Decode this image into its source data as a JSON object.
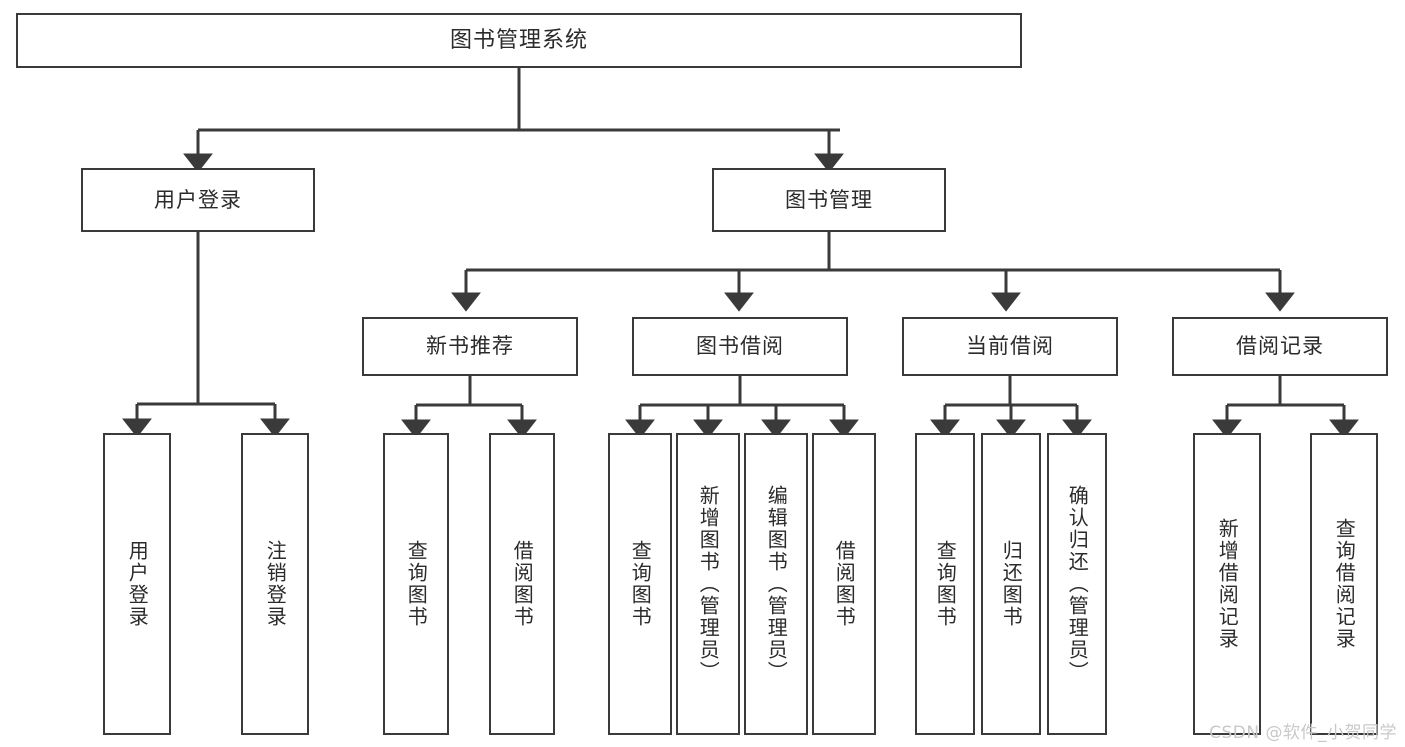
{
  "diagram": {
    "type": "hierarchy-tree",
    "title": "图书管理系统",
    "watermark": "CSDN @软件_小贺同学",
    "colors": {
      "box_border": "#3a3a3a",
      "box_fill": "#ffffff",
      "connector": "#3a3a3a",
      "text": "#2b2b2b",
      "watermark": "#c9c9c9"
    },
    "root": {
      "label": "图书管理系统"
    },
    "level1": [
      {
        "label": "用户登录"
      },
      {
        "label": "图书管理"
      }
    ],
    "level2": [
      {
        "label": "新书推荐"
      },
      {
        "label": "图书借阅"
      },
      {
        "label": "当前借阅"
      },
      {
        "label": "借阅记录"
      }
    ],
    "leaves": {
      "user_login": [
        {
          "label": "用户登录"
        },
        {
          "label": "注销登录"
        }
      ],
      "new_book_recommend": [
        {
          "label": "查询图书"
        },
        {
          "label": "借阅图书"
        }
      ],
      "book_borrow": [
        {
          "label": "查询图书"
        },
        {
          "label": "新增图书（管理员）"
        },
        {
          "label": "编辑图书（管理员）"
        },
        {
          "label": "借阅图书"
        }
      ],
      "current_borrow": [
        {
          "label": "查询图书"
        },
        {
          "label": "归还图书"
        },
        {
          "label": "确认归还（管理员）"
        }
      ],
      "borrow_record": [
        {
          "label": "新增借阅记录"
        },
        {
          "label": "查询借阅记录"
        }
      ]
    }
  }
}
